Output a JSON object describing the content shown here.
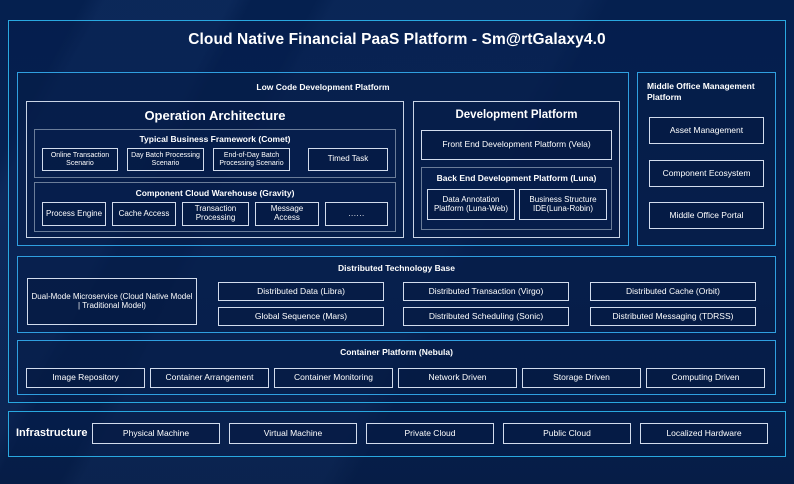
{
  "title": "Cloud Native Financial PaaS Platform - Sm@rtGalaxy4.0",
  "colors": {
    "background": "#061f4f",
    "accent_border": "#29a8e0",
    "panel_border": "#2f9fe0",
    "box_border": "#d2dced",
    "group_border": "#6b7d99",
    "text": "#ffffff"
  },
  "low_code": {
    "title": "Low Code Development Platform",
    "operation_architecture": {
      "title": "Operation Architecture",
      "groups": [
        {
          "title": "Typical Business Framework (Comet)",
          "items": [
            "Online Transaction Scenario",
            "Day Batch Processing Scenario",
            "End-of-Day Batch Processing Scenario",
            "Timed Task"
          ]
        },
        {
          "title": "Component Cloud Warehouse (Gravity)",
          "items": [
            "Process Engine",
            "Cache Access",
            "Transaction Processing",
            "Message Access",
            "......"
          ]
        }
      ]
    },
    "development_platform": {
      "title": "Development Platform",
      "front_end": "Front End Development Platform (Vela)",
      "back_end": {
        "title": "Back End Development Platform (Luna)",
        "items": [
          "Data Annotation Platform (Luna-Web)",
          "Business Structure IDE(Luna-Robin)"
        ]
      }
    }
  },
  "middle_office": {
    "title": "Middle Office Management Platform",
    "items": [
      "Asset Management",
      "Component Ecosystem",
      "Middle Office Portal"
    ]
  },
  "distributed_base": {
    "title": "Distributed Technology Base",
    "highlight": "Dual-Mode Microservice (Cloud Native Model | Traditional Model)",
    "items_row1": [
      "Distributed Data (Libra)",
      "Distributed Transaction (Virgo)",
      "Distributed Cache (Orbit)"
    ],
    "items_row2": [
      "Global Sequence (Mars)",
      "Distributed Scheduling (Sonic)",
      "Distributed Messaging (TDRSS)"
    ]
  },
  "container_platform": {
    "title": "Container Platform (Nebula)",
    "items": [
      "Image Repository",
      "Container Arrangement",
      "Container Monitoring",
      "Network Driven",
      "Storage Driven",
      "Computing Driven"
    ]
  },
  "infrastructure": {
    "label": "Infrastructure",
    "items": [
      "Physical Machine",
      "Virtual Machine",
      "Private Cloud",
      "Public Cloud",
      "Localized Hardware"
    ]
  }
}
